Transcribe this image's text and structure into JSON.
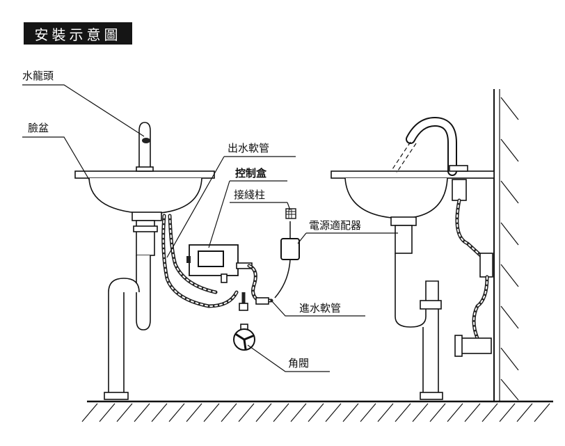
{
  "title": "安裝示意圖",
  "labels": {
    "faucet": "水龍頭",
    "basin": "臉盆",
    "outlet_hose": "出水軟管",
    "control_box": "控制盒",
    "terminal": "接綫柱",
    "power_adapter": "電源適配器",
    "inlet_hose": "進水軟管",
    "angle_valve": "角閥"
  }
}
